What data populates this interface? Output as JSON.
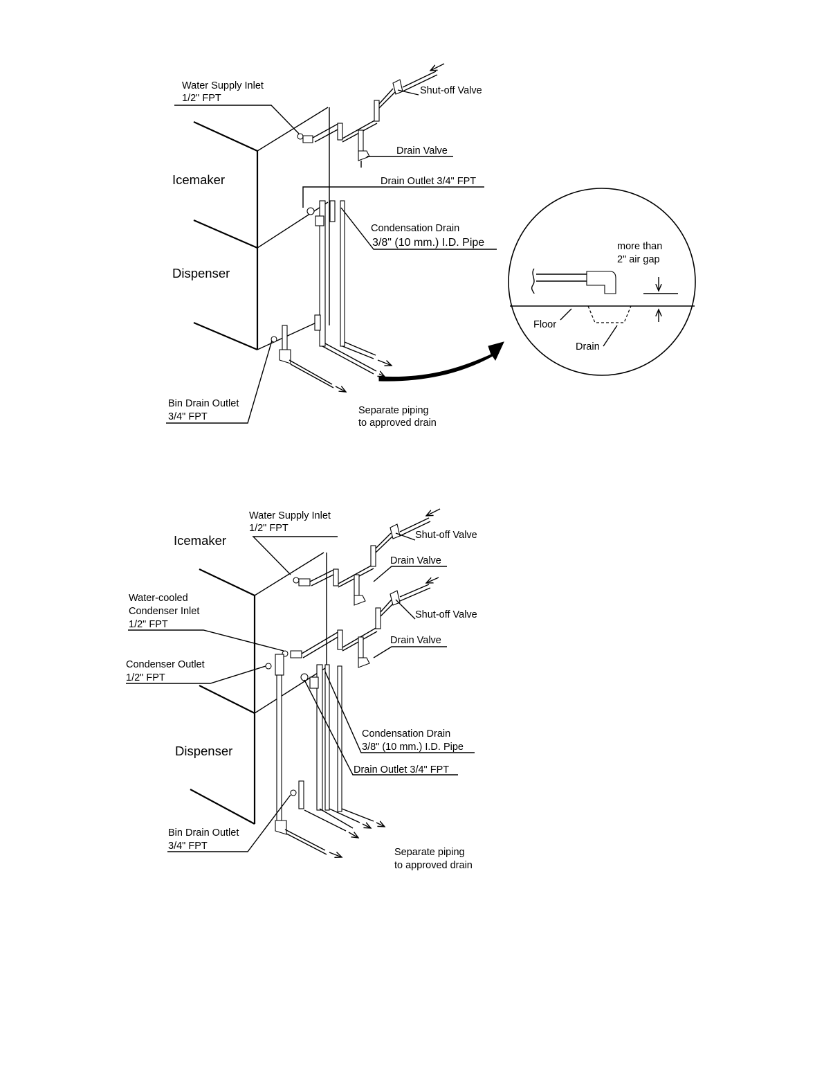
{
  "diagram1": {
    "water_supply_inlet": [
      "Water Supply Inlet",
      "1/2\" FPT"
    ],
    "shutoff_valve": "Shut-off Valve",
    "drain_valve": "Drain Valve",
    "icemaker": "Icemaker",
    "drain_outlet": "Drain Outlet 3/4\" FPT",
    "condensation_drain": [
      "Condensation Drain",
      "3/8\" (10 mm.) I.D. Pipe"
    ],
    "dispenser": "Dispenser",
    "bin_drain_outlet": [
      "Bin Drain Outlet",
      "3/4\" FPT"
    ],
    "separate_piping": [
      "Separate piping",
      "to approved drain"
    ],
    "detail": {
      "air_gap": [
        "more than",
        "2\" air gap"
      ],
      "floor": "Floor",
      "drain": "Drain"
    }
  },
  "diagram2": {
    "water_supply_inlet": [
      "Water Supply Inlet",
      "1/2\" FPT"
    ],
    "icemaker": "Icemaker",
    "shutoff_valve_1": "Shut-off Valve",
    "drain_valve_1": "Drain Valve",
    "condenser_inlet": [
      "Water-cooled",
      "Condenser Inlet",
      "1/2\" FPT"
    ],
    "shutoff_valve_2": "Shut-off Valve",
    "drain_valve_2": "Drain Valve",
    "condenser_outlet": [
      "Condenser Outlet",
      "1/2\" FPT"
    ],
    "condensation_drain": [
      "Condensation Drain",
      "3/8\" (10 mm.) I.D. Pipe"
    ],
    "dispenser": "Dispenser",
    "drain_outlet": "Drain Outlet 3/4\" FPT",
    "bin_drain_outlet": [
      "Bin Drain Outlet",
      "3/4\" FPT"
    ],
    "separate_piping": [
      "Separate piping",
      "to approved drain"
    ]
  }
}
